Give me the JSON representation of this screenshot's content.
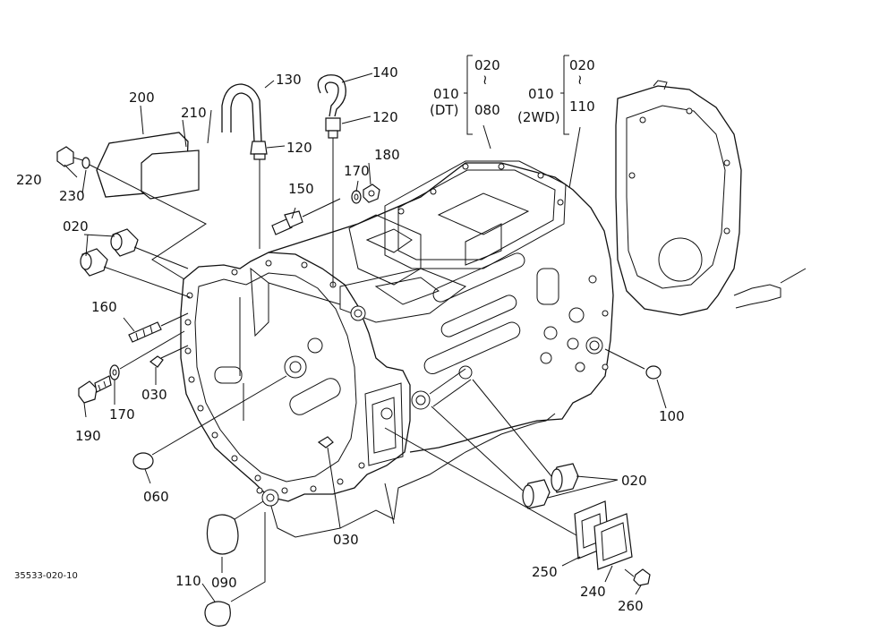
{
  "drawing_code": "35533-020-10",
  "callouts": {
    "c010_dt": "010",
    "c020_dt": "020",
    "c080": "080",
    "dt": "(DT)",
    "c010_2wd": "010",
    "c020_2wd": "020",
    "c110_2wd": "110",
    "twowd": "(2WD)",
    "c130": "130",
    "c140": "140",
    "c120_a": "120",
    "c120_b": "120",
    "c180": "180",
    "c170_a": "170",
    "c150": "150",
    "c200": "200",
    "c210": "210",
    "c220": "220",
    "c230": "230",
    "c020_left": "020",
    "c160": "160",
    "c030_a": "030",
    "c170_b": "170",
    "c190": "190",
    "c060": "060",
    "c030_b": "030",
    "c090": "090",
    "c110_b": "110",
    "c100": "100",
    "c020_right": "020",
    "c250": "250",
    "c240": "240",
    "c260": "260"
  }
}
